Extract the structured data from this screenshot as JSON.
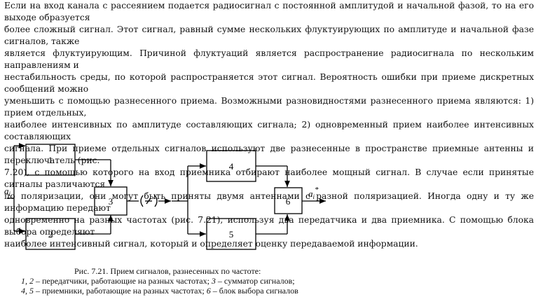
{
  "paragraph": {
    "lines": [
      "Если на вход канала с рассеянием подается радиосигнал с постоянной амплитудой и начальной фазой, то на его выходе образуется",
      "более сложный сигнал. Этот сигнал, равный сумме нескольких флуктуирующих по амплитуде и начальной фазе сигналов, также",
      "является флуктуирующим. Причиной флуктуаций является распространение радиосигнала по нескольким направлениям и",
      "нестабильность среды, по которой распространяется этот сигнал. Вероятность ошибки при приеме дискретных сообщений можно",
      "уменьшить с помощью разнесенного приема. Возможными разновидностями разнесенного приема являются: 1) прием отдельных,",
      "наиболее интенсивных по амплитуде составляющих сигнала; 2) одновременный прием наиболее интенсивных составляющих",
      "сигнала. При приеме отдельных сигналов используют две разнесенные в пространстве приемные антенны и переключатель (рис.",
      "7.20), с помощью которого на вход приемника отбирают наиболее мощный сигнал. В случае если принятые сигналы различаются",
      "по поляризации, они могут быть приняты двумя антеннами с разной поляризацией. Иногда одну и ту же информацию передают",
      "одновременно на разных частотах (рис. 7.21), используя два передатчика и два приемника. С помощью блока выбора определяют",
      "наиболее интенсивный сигнал, который и определяет оценку передаваемой информации."
    ]
  },
  "diagram": {
    "blocks": [
      "1",
      "2",
      "3",
      "4",
      "5",
      "6"
    ],
    "input_label": "a",
    "input_sub": "i",
    "output_label": "a",
    "output_sub": "i",
    "output_sup": "*"
  },
  "caption": {
    "title": "Рис. 7.21. Прием сигналов, разнесенных по частоте:",
    "line2_n1": "1, 2",
    "line2_t1": " – передатчики, работающие на разных частотах; ",
    "line2_n2": "3",
    "line2_t2": " – сумматор сигналов;",
    "line3_n1": "4, 5",
    "line3_t1": " – приемники, работающие на разных частотах; ",
    "line3_n2": "6",
    "line3_t2": " – блок выбора сигналов"
  }
}
